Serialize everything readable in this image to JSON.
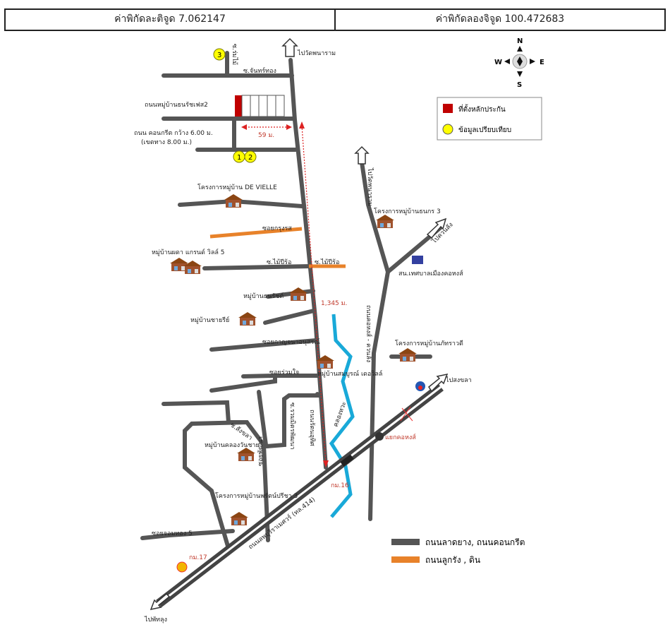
{
  "header": {
    "latitude": "ค่าพิกัดละติจูด 7.062147",
    "longitude": "ค่าพิกัดลองจิจูด 100.472683"
  },
  "compass": {
    "n": "N",
    "s": "S",
    "e": "E",
    "w": "W"
  },
  "legend_top": {
    "collateral": "ที่ตั้งหลักประกัน",
    "comparable": "ข้อมูลเปรียบเทียบ",
    "collateral_color": "#c00000",
    "comparable_color": "#ffff00"
  },
  "legend_bottom": {
    "paved": "ถนนลาดยาง, ถนนคอนกรีต",
    "laterite": "ถนนลูกรัง , ดิน",
    "paved_color": "#555555",
    "laterite_color": "#e8822a"
  },
  "markers": {
    "m1": "1",
    "m2": "2",
    "m3": "3"
  },
  "labels": {
    "to_wat_phatthanaram": "ไปวัดพนาราม",
    "soi_top": "ซ.จันทร์ทอง",
    "soi_vertical": "ซ.ร่มไม้",
    "village_road": "ถนนหมู่บ้านธนรัชเฟส2",
    "concrete_road": "ถนน คอนกรีต กว้าง 6.00 ม.",
    "easement": "(เขตทาง 8.00 ม.)",
    "dist_59": "59 ม.",
    "dist_1345": "1,345 ม.",
    "devielle": "โครงการหมู่บ้าน DE VIELLE",
    "soi_orange": "ซอยกรุงรส",
    "village_grand": "หมู่บ้านผดา แกรนด์ วิลล์ 5",
    "soi_maipirod_w": "ซ.ไม้ปีร้อ",
    "soi_maipirod_e": "ซ.ไม้ปีร้อ",
    "village_thanarat": "หมู่บ้านธนรัชต์",
    "village_chaiyo": "หมู่บ้านชายรีย์",
    "soi_kanchana": "ซอยกาญจนาอนุสรณ์",
    "village_sumet": "หมู่บ้านสมบูรณ์ เดอวิลล์",
    "soi_ruamjai": "ซอยร่วมใจ",
    "soi_sangkla": "ซ.สังขลา",
    "soi_mit": "ซ.รวมมิตรพัฒนา",
    "village_khlongwan": "หมู่บ้านคลองวันชาย",
    "road_rattana": "ถนนรัตนอุทิศ",
    "road_pattana": "ซอยพัฒนา",
    "village_phatcharee": "โครงการหมู่บ้านพรัตน์ปรีชา 3",
    "soi_jomthong": "ซอยจอมทอง 5",
    "highway": "ถนนลพบุรีราเมศวร์ (ทล.414)",
    "canal": "คลองหวะ",
    "to_wat_north": "ไปวัดพนาราม",
    "village_thanakorn": "โครงการหมู่บ้านธนกร 3",
    "to_khuan_lang": "ไปควนลัง",
    "municipality": "สน.เทศบาลเมืองคอหงส์",
    "road_khohong": "ถนนคอหงส์ - ควนลัง",
    "village_pattarawadee": "โครงการหมู่บ้านภัทราวดี",
    "to_songkhla": "ไปสงขลา",
    "intersection": "แยกคอหงส์",
    "km16": "กม.16",
    "km17": "กม.17",
    "to_phatthalung": "ไปพัทลุง"
  }
}
